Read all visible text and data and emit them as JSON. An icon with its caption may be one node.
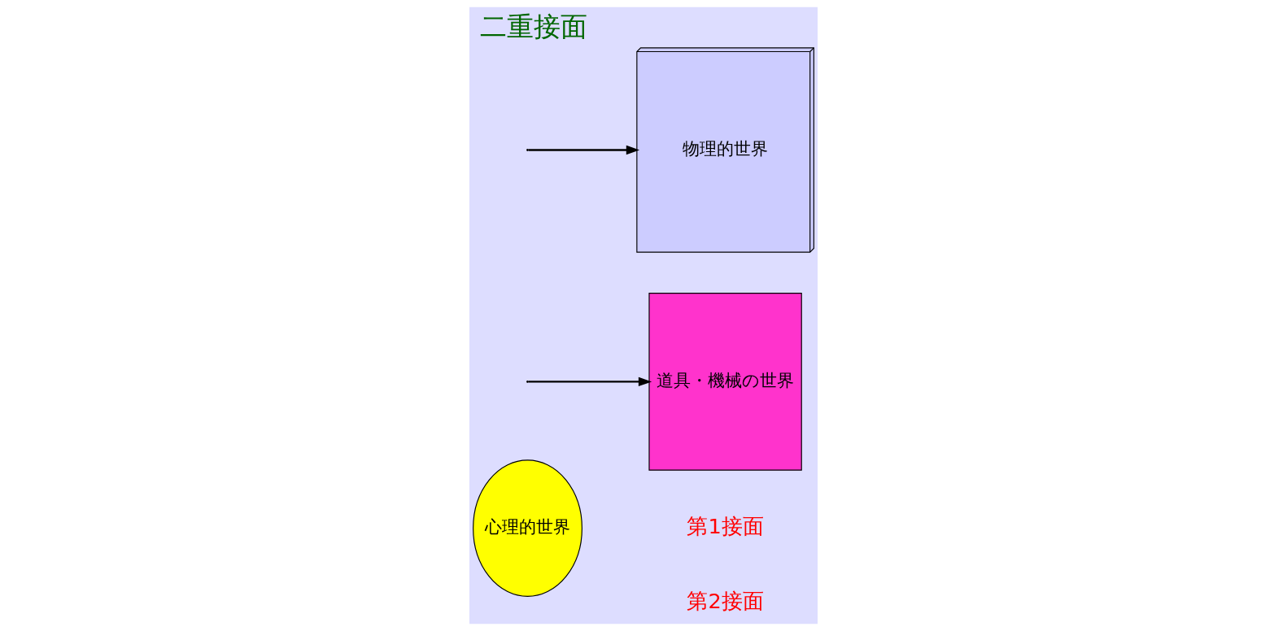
{
  "diagram": {
    "title": "二重接面",
    "nodes": [
      {
        "text": [
          "心理的世界"
        ]
      },
      {
        "text": [
          "道具・機械の世界"
        ]
      },
      {
        "text": [
          "物理的世界"
        ]
      }
    ],
    "edges": [
      {
        "from": null,
        "to": 1,
        "arrow": "to"
      },
      {
        "from": null,
        "to": 2,
        "arrow": "to"
      }
    ],
    "labels": [
      "第1接面",
      "第2接面"
    ]
  }
}
